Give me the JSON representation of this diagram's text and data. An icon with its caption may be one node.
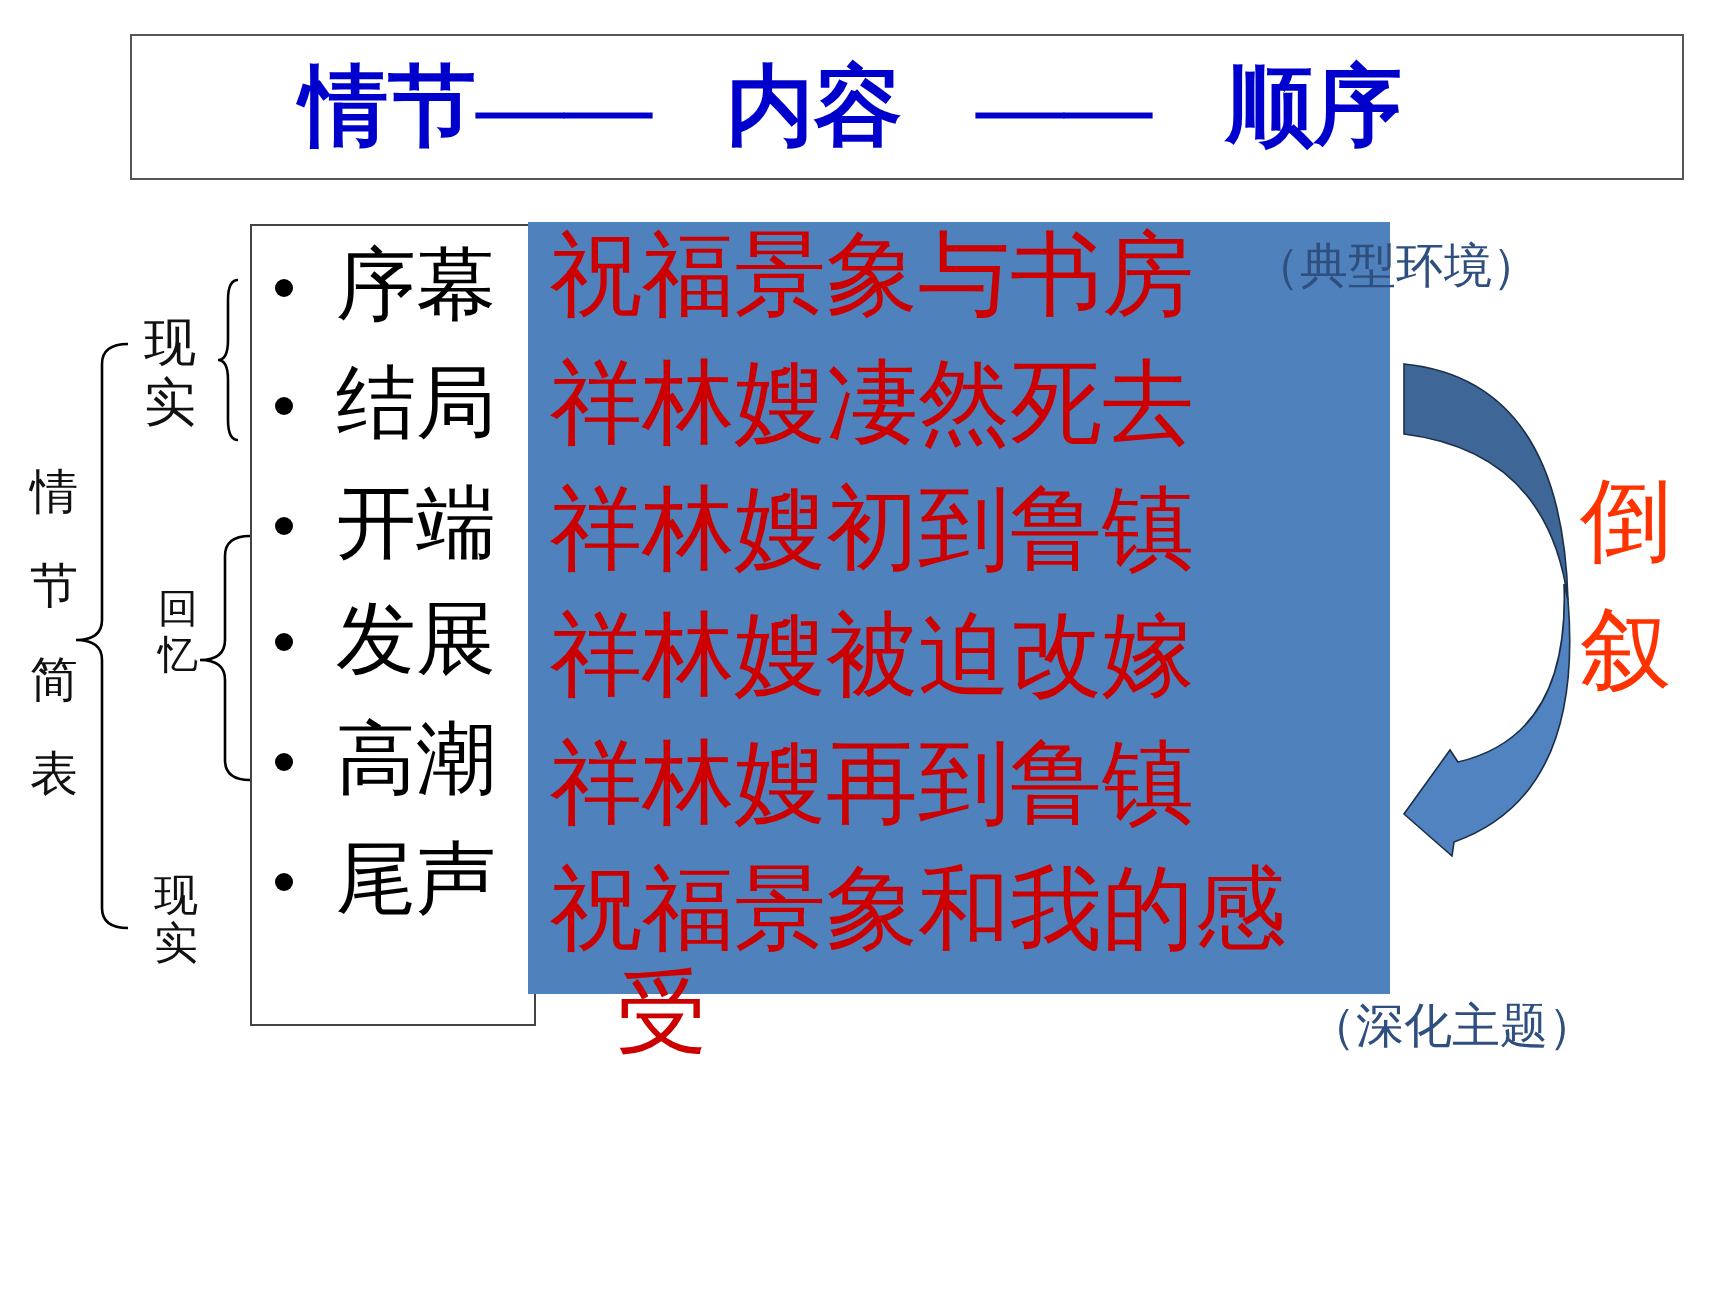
{
  "diagram": {
    "title": "情节—— 内容 —— 顺序",
    "nodes": [
      {
        "text": [
          "序幕",
          "结局",
          "开端",
          "发展",
          "高潮",
          "尾声"
        ]
      },
      {
        "text": [
          "祝福景象与书房",
          "祥林嫂凄然死去",
          "祥林嫂初到鲁镇",
          "祥林嫂被迫改嫁",
          "祥林嫂再到鲁镇",
          "祝福景象和我的感受"
        ]
      }
    ],
    "labels": [
      "情节简表",
      "现实",
      "回忆",
      "现实",
      "（典型环境）",
      "倒叙",
      "（深化主题）"
    ]
  }
}
